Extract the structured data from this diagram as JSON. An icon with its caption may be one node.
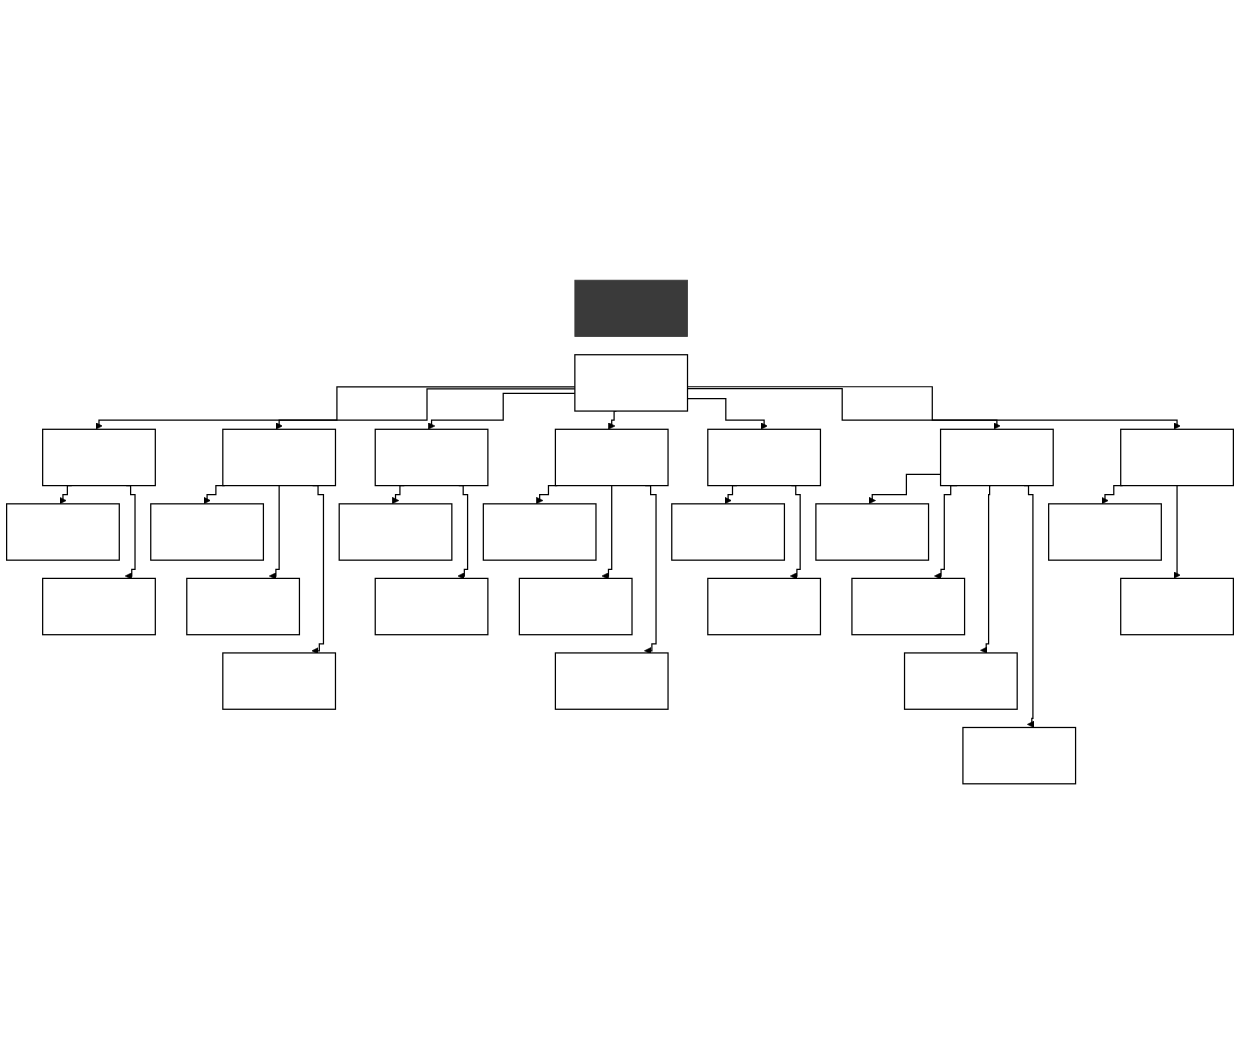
{
  "diagram": {
    "nodes": [
      {
        "text": [],
        "shape": "bar"
      },
      {
        "text": [],
        "shape": "box"
      },
      {
        "text": [],
        "shape": "box"
      },
      {
        "text": [],
        "shape": "box"
      },
      {
        "text": [],
        "shape": "box"
      },
      {
        "text": [],
        "shape": "box"
      },
      {
        "text": [],
        "shape": "box"
      },
      {
        "text": [],
        "shape": "box"
      },
      {
        "text": [],
        "shape": "box"
      },
      {
        "text": [],
        "shape": "box"
      },
      {
        "text": [],
        "shape": "box"
      },
      {
        "text": [],
        "shape": "box"
      },
      {
        "text": [],
        "shape": "box"
      },
      {
        "text": [],
        "shape": "box"
      },
      {
        "text": [],
        "shape": "box"
      },
      {
        "text": [],
        "shape": "box"
      },
      {
        "text": [],
        "shape": "box"
      },
      {
        "text": [],
        "shape": "box"
      },
      {
        "text": [],
        "shape": "box"
      },
      {
        "text": [],
        "shape": "box"
      },
      {
        "text": [],
        "shape": "box"
      },
      {
        "text": [],
        "shape": "box"
      },
      {
        "text": [],
        "shape": "box"
      },
      {
        "text": [],
        "shape": "box"
      },
      {
        "text": [],
        "shape": "box"
      },
      {
        "text": [],
        "shape": "box"
      },
      {
        "text": [],
        "shape": "box"
      }
    ],
    "edges": [
      {
        "from": 1,
        "to": 2,
        "arrow": "to"
      },
      {
        "from": 1,
        "to": 3,
        "arrow": "to"
      },
      {
        "from": 1,
        "to": 4,
        "arrow": "to"
      },
      {
        "from": 2,
        "to": 5,
        "arrow": "to"
      },
      {
        "from": 2,
        "to": 6,
        "arrow": "to"
      },
      {
        "from": 3,
        "to": 7,
        "arrow": "to"
      },
      {
        "from": 3,
        "to": 8,
        "arrow": "to"
      },
      {
        "from": 3,
        "to": 9,
        "arrow": "to"
      },
      {
        "from": 4,
        "to": 10,
        "arrow": "to"
      },
      {
        "from": 4,
        "to": 11,
        "arrow": "to"
      },
      {
        "from": 1,
        "to": 12,
        "arrow": "to"
      },
      {
        "from": 1,
        "to": 13,
        "arrow": "to"
      },
      {
        "from": 1,
        "to": 14,
        "arrow": "to"
      },
      {
        "from": 1,
        "to": 15,
        "arrow": "to"
      },
      {
        "from": 12,
        "to": 16,
        "arrow": "to"
      },
      {
        "from": 12,
        "to": 17,
        "arrow": "to"
      },
      {
        "from": 12,
        "to": 18,
        "arrow": "to"
      },
      {
        "from": 13,
        "to": 19,
        "arrow": "to"
      },
      {
        "from": 13,
        "to": 20,
        "arrow": "to"
      },
      {
        "from": 14,
        "to": 21,
        "arrow": "to"
      },
      {
        "from": 14,
        "to": 22,
        "arrow": "to"
      },
      {
        "from": 14,
        "to": 23,
        "arrow": "to"
      },
      {
        "from": 14,
        "to": 24,
        "arrow": "to"
      },
      {
        "from": 15,
        "to": 25,
        "arrow": "to"
      },
      {
        "from": 15,
        "to": 26,
        "arrow": "to"
      }
    ]
  }
}
